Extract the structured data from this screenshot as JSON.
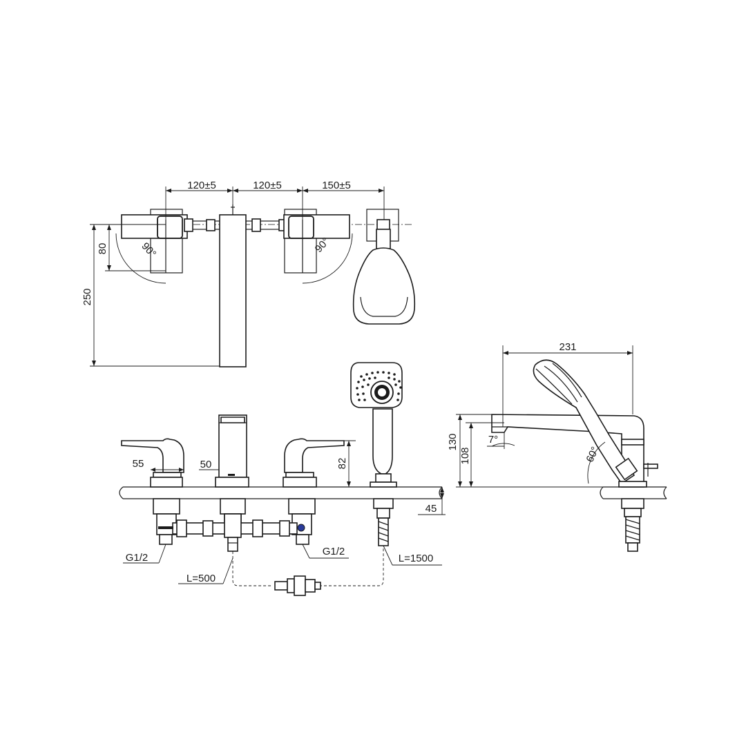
{
  "dimensions": {
    "spacing_left": "120±5",
    "spacing_mid": "120±5",
    "spacing_right": "150±5",
    "height_80": "80",
    "height_250": "250",
    "angle_left": "90°",
    "angle_right": "90°",
    "height_55": "55",
    "height_50": "50",
    "height_82": "82",
    "deck_45": "45",
    "thread_left": "G1/2",
    "thread_right": "G1/2",
    "hose_500": "L=500",
    "hose_1500": "L=1500",
    "length_231": "231",
    "height_130": "130",
    "height_108": "108",
    "angle_7": "7°",
    "angle_60": "60°"
  }
}
